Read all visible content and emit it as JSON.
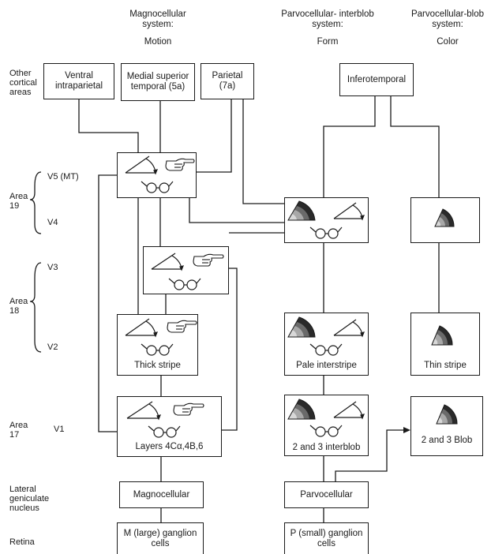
{
  "columns": {
    "magno": {
      "line1": "Magnocellular",
      "line2": "system:",
      "name": "Motion"
    },
    "parvo_interblob": {
      "line1": "Parvocellular- interblob",
      "line2": "system:",
      "name": "Form"
    },
    "parvo_blob": {
      "line1": "Parvocellular-blob",
      "line2": "system:",
      "name": "Color"
    }
  },
  "side_labels": {
    "other_cortical": [
      "Other",
      "cortical",
      "areas"
    ],
    "v5": "V5  (MT)",
    "area19": [
      "Area",
      "19"
    ],
    "v4": "V4",
    "v3": "V3",
    "area18": [
      "Area",
      "18"
    ],
    "v2": "V2",
    "area17": [
      "Area",
      "17"
    ],
    "v1": "V1",
    "lgn": [
      "Lateral",
      "geniculate",
      "nucleus"
    ],
    "retina": "Retina"
  },
  "cortical_boxes": {
    "ventral_intraparietal": [
      "Ventral",
      "intraparietal"
    ],
    "mst": [
      "Medial superior",
      "temporal (5a)"
    ],
    "parietal": [
      "Parietal",
      "(7a)"
    ],
    "inferotemporal": "Inferotemporal"
  },
  "stage_labels": {
    "thick_stripe": "Thick stripe",
    "pale_interstripe": "Pale interstripe",
    "thin_stripe": "Thin stripe",
    "layers": "Layers 4Cα,4B,6",
    "interblob": "2 and 3 interblob",
    "blob": "2 and 3 Blob"
  },
  "lgn_boxes": {
    "magno": "Magnocellular",
    "parvo": "Parvocellular"
  },
  "retina_boxes": {
    "m": [
      "M (large) ganglion",
      "cells"
    ],
    "p": [
      "P (small) ganglion",
      "cells"
    ]
  },
  "icons": [
    "angle-orientation-icon",
    "pointing-hand-icon",
    "glasses-icon",
    "color-fan-icon"
  ]
}
